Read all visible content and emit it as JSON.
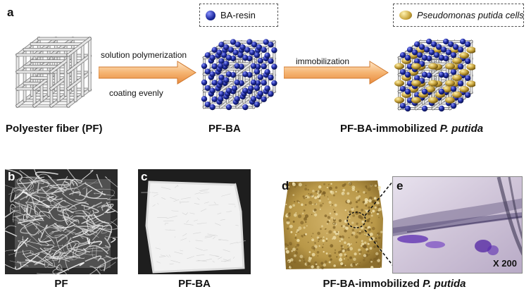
{
  "panels": {
    "a": "a",
    "b": "b",
    "c": "c",
    "d": "d",
    "e": "e"
  },
  "legend": {
    "resin": "BA-resin",
    "cells": "Pseudomonas putida cells"
  },
  "steps": {
    "solution_polymerization": "solution polymerization",
    "coating_evenly": "coating evenly",
    "immobilization": "immobilization"
  },
  "captions": {
    "pf_full": "Polyester fiber (PF)",
    "pf_ba": "PF-BA",
    "immob_prefix": "PF-BA-immobilized ",
    "immob_species": "P. putida",
    "photo_pf": "PF",
    "photo_pf_ba": "PF-BA"
  },
  "magnification": "X 200",
  "colors": {
    "resin": "#1d2a9e",
    "cell": "#c9a53d",
    "arrow": "#f0a050",
    "frame": "#9a9a9a"
  },
  "icons": {
    "lattice": "cube-lattice-icon",
    "arrow": "right-arrow-icon"
  }
}
